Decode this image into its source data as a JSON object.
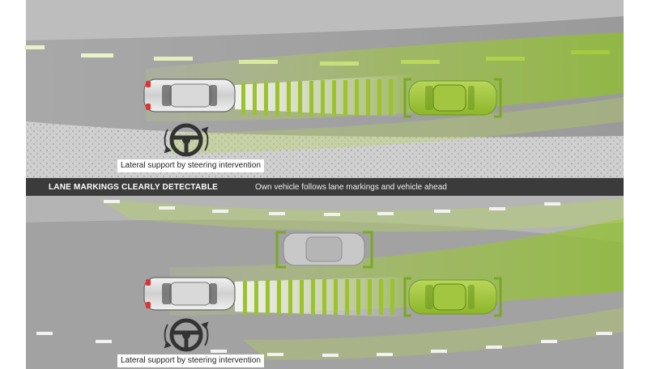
{
  "divider": {
    "heading": "LANE MARKINGS CLEARLY DETECTABLE",
    "description": "Own vehicle follows lane markings and vehicle ahead"
  },
  "captions": {
    "top": "Lateral support by steering intervention",
    "bottom": "Lateral support by steering intervention"
  },
  "colors": {
    "road": "#9a9a9a",
    "accent_green": "#9cc22d",
    "target_car": "#a4c83a",
    "bracket": "#7aa823",
    "divider_bar": "#3b3b3b"
  },
  "icons": [
    "steering-wheel-icon",
    "rotation-arrow-icon"
  ]
}
